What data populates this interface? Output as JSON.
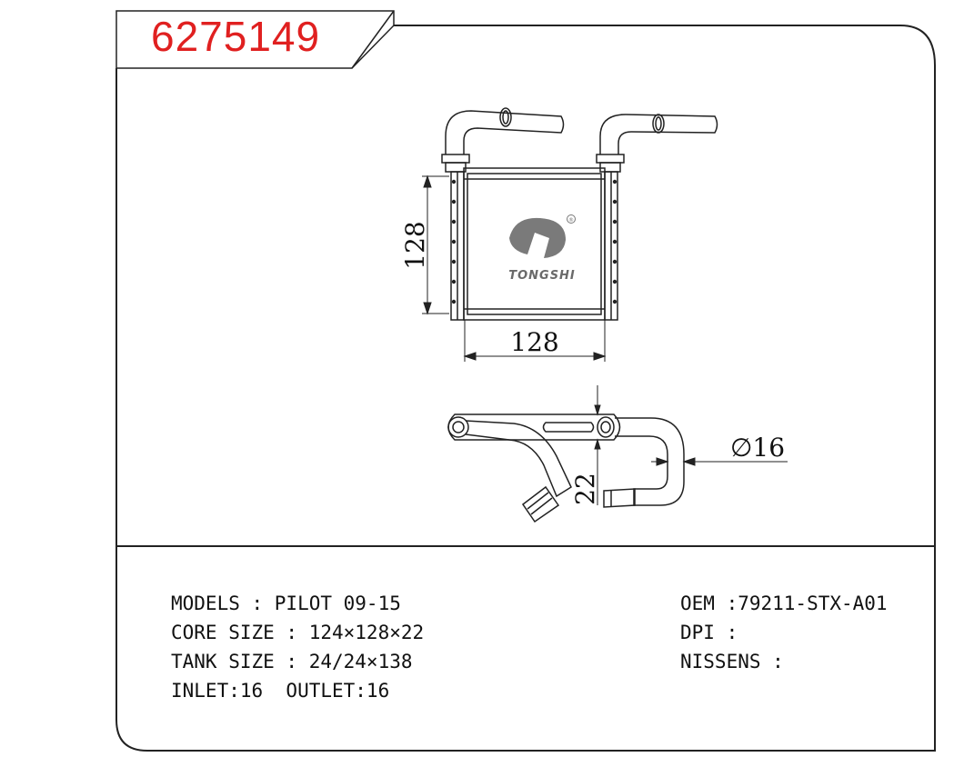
{
  "part_number": "6275149",
  "drawing": {
    "height_dim": "128",
    "width_dim": "128",
    "depth_dim": "22",
    "diameter_dim": "∅16",
    "logo_brand": "TONGSHI",
    "logo_mark": "®"
  },
  "specs": {
    "models": "MODELS : PILOT 09-15",
    "core_size": "CORE SIZE : 124×128×22",
    "tank_size": "TANK SIZE : 24/24×138",
    "inlet_outlet": "INLET:16  OUTLET:16",
    "oem": "OEM :79211-STX-A01",
    "dpi": "DPI :",
    "nissens": "NISSENS :"
  }
}
